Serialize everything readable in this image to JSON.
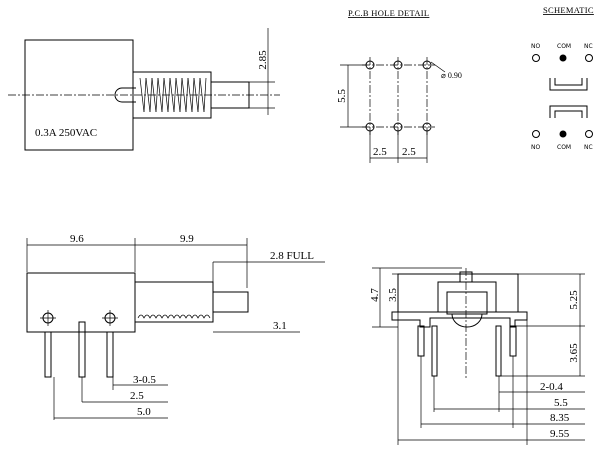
{
  "rating": "0.3A 250VAC",
  "pcb_title": "P.C.B HOLE DETAIL",
  "schematic_title": "SCHEMATIC",
  "dims": {
    "top_height": "2.85",
    "pcb_hole_dia": "0.90",
    "pcb_row_pitch": "5.5",
    "pcb_col_pitch_a": "2.5",
    "pcb_col_pitch_b": "2.5",
    "body_len": "9.6",
    "actuator_len": "9.9",
    "full_travel": "2.8 FULL",
    "actuator_h": "3.1",
    "pin_size": "3-0.5",
    "pin_pitch": "2.5",
    "pin_span": "5.0",
    "front_h_total": "4.7",
    "front_h_inner": "3.5",
    "front_body_h": "5.25",
    "front_pin_len": "3.65",
    "front_pin_size": "2-0.4",
    "front_pin_span": "5.5",
    "front_leg_span": "8.35",
    "front_width": "9.55"
  },
  "schematic": {
    "top_labels": [
      "NO",
      "COM",
      "NC"
    ],
    "bottom_labels": [
      "NO",
      "COM",
      "NC"
    ]
  }
}
